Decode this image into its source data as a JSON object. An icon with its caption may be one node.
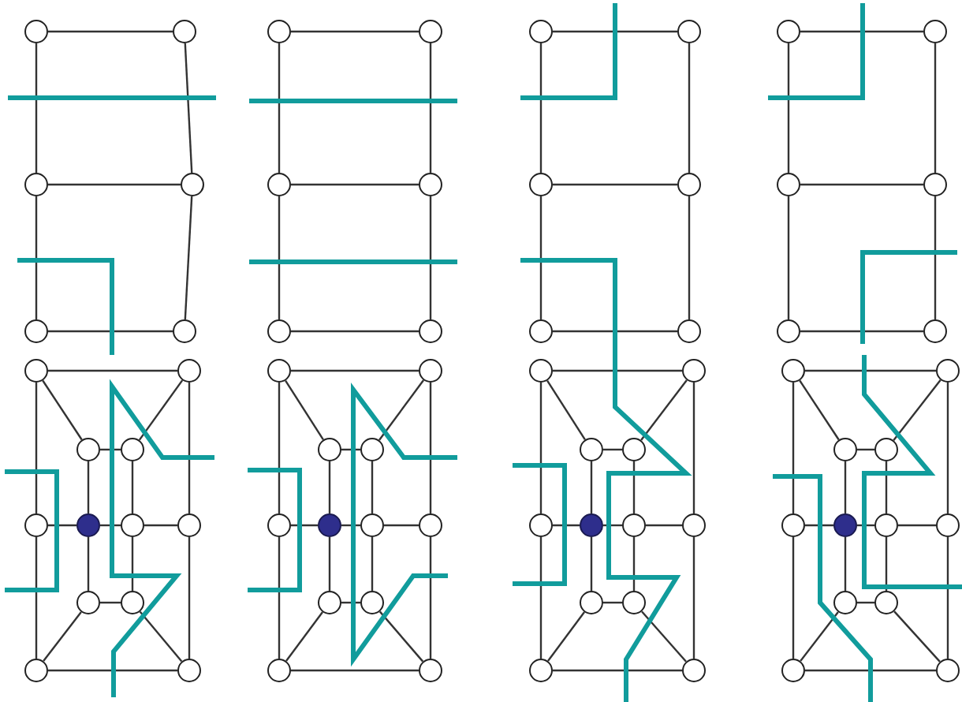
{
  "diagram": {
    "nodes": [
      {
        "text": [],
        "shape": "circle"
      },
      {
        "text": [],
        "shape": "circle"
      },
      {
        "text": [],
        "shape": "circle"
      },
      {
        "text": [],
        "shape": "circle"
      },
      {
        "text": [],
        "shape": "circle"
      },
      {
        "text": [],
        "shape": "circle"
      },
      {
        "text": [],
        "shape": "circle"
      },
      {
        "text": [],
        "shape": "circle"
      },
      {
        "text": [],
        "shape": "circle"
      },
      {
        "text": [],
        "shape": "circle"
      },
      {
        "text": [],
        "shape": "circle"
      },
      {
        "text": [],
        "shape": "circle"
      },
      {
        "text": [],
        "shape": "circle"
      },
      {
        "text": [],
        "shape": "circle"
      },
      {
        "text": [],
        "shape": "circle"
      },
      {
        "text": [],
        "shape": "circle"
      },
      {
        "text": [],
        "shape": "circle"
      },
      {
        "text": [],
        "shape": "circle"
      },
      {
        "text": [],
        "shape": "circle"
      },
      {
        "text": [],
        "shape": "circle"
      },
      {
        "text": [],
        "shape": "circle"
      },
      {
        "text": [],
        "shape": "circle"
      },
      {
        "text": [],
        "shape": "circle"
      },
      {
        "text": [],
        "shape": "circle"
      },
      {
        "text": [],
        "shape": "circle"
      },
      {
        "text": [],
        "shape": "circle"
      },
      {
        "text": [],
        "shape": "circle"
      },
      {
        "text": [],
        "shape": "circle"
      },
      {
        "text": [],
        "shape": "circle"
      },
      {
        "text": [],
        "shape": "dot"
      },
      {
        "text": [],
        "shape": "circle"
      },
      {
        "text": [],
        "shape": "circle"
      },
      {
        "text": [],
        "shape": "circle"
      },
      {
        "text": [],
        "shape": "circle"
      },
      {
        "text": [],
        "shape": "circle"
      },
      {
        "text": [],
        "shape": "circle"
      },
      {
        "text": [],
        "shape": "circle"
      },
      {
        "text": [],
        "shape": "circle"
      },
      {
        "text": [],
        "shape": "circle"
      },
      {
        "text": [],
        "shape": "circle"
      },
      {
        "text": [],
        "shape": "circle"
      },
      {
        "text": [],
        "shape": "dot"
      },
      {
        "text": [],
        "shape": "circle"
      },
      {
        "text": [],
        "shape": "circle"
      },
      {
        "text": [],
        "shape": "circle"
      },
      {
        "text": [],
        "shape": "circle"
      },
      {
        "text": [],
        "shape": "circle"
      },
      {
        "text": [],
        "shape": "circle"
      },
      {
        "text": [],
        "shape": "circle"
      },
      {
        "text": [],
        "shape": "circle"
      },
      {
        "text": [],
        "shape": "circle"
      },
      {
        "text": [],
        "shape": "circle"
      },
      {
        "text": [],
        "shape": "circle"
      },
      {
        "text": [],
        "shape": "dot"
      },
      {
        "text": [],
        "shape": "circle"
      },
      {
        "text": [],
        "shape": "circle"
      },
      {
        "text": [],
        "shape": "circle"
      },
      {
        "text": [],
        "shape": "circle"
      },
      {
        "text": [],
        "shape": "circle"
      },
      {
        "text": [],
        "shape": "circle"
      },
      {
        "text": [],
        "shape": "circle"
      },
      {
        "text": [],
        "shape": "circle"
      },
      {
        "text": [],
        "shape": "circle"
      },
      {
        "text": [],
        "shape": "circle"
      },
      {
        "text": [],
        "shape": "circle"
      },
      {
        "text": [],
        "shape": "dot"
      },
      {
        "text": [],
        "shape": "circle"
      },
      {
        "text": [],
        "shape": "circle"
      },
      {
        "text": [],
        "shape": "circle"
      },
      {
        "text": [],
        "shape": "circle"
      },
      {
        "text": [],
        "shape": "circle"
      },
      {
        "text": [],
        "shape": "circle"
      }
    ],
    "edges": [
      {
        "from": 0,
        "to": 1,
        "arrow": "none"
      },
      {
        "from": 0,
        "to": 2,
        "arrow": "none"
      },
      {
        "from": 1,
        "to": 3,
        "arrow": "none"
      },
      {
        "from": 2,
        "to": 3,
        "arrow": "none"
      },
      {
        "from": 2,
        "to": 4,
        "arrow": "none"
      },
      {
        "from": 3,
        "to": 5,
        "arrow": "none"
      },
      {
        "from": 4,
        "to": 5,
        "arrow": "none"
      },
      {
        "from": 6,
        "to": 7,
        "arrow": "none"
      },
      {
        "from": 6,
        "to": 8,
        "arrow": "none"
      },
      {
        "from": 7,
        "to": 9,
        "arrow": "none"
      },
      {
        "from": 8,
        "to": 9,
        "arrow": "none"
      },
      {
        "from": 8,
        "to": 10,
        "arrow": "none"
      },
      {
        "from": 9,
        "to": 11,
        "arrow": "none"
      },
      {
        "from": 10,
        "to": 11,
        "arrow": "none"
      },
      {
        "from": 12,
        "to": 13,
        "arrow": "none"
      },
      {
        "from": 12,
        "to": 14,
        "arrow": "none"
      },
      {
        "from": 13,
        "to": 15,
        "arrow": "none"
      },
      {
        "from": 14,
        "to": 15,
        "arrow": "none"
      },
      {
        "from": 14,
        "to": 16,
        "arrow": "none"
      },
      {
        "from": 15,
        "to": 17,
        "arrow": "none"
      },
      {
        "from": 16,
        "to": 17,
        "arrow": "none"
      },
      {
        "from": 18,
        "to": 19,
        "arrow": "none"
      },
      {
        "from": 18,
        "to": 20,
        "arrow": "none"
      },
      {
        "from": 19,
        "to": 21,
        "arrow": "none"
      },
      {
        "from": 20,
        "to": 21,
        "arrow": "none"
      },
      {
        "from": 20,
        "to": 22,
        "arrow": "none"
      },
      {
        "from": 21,
        "to": 23,
        "arrow": "none"
      },
      {
        "from": 22,
        "to": 23,
        "arrow": "none"
      },
      {
        "from": 24,
        "to": 25,
        "arrow": "none"
      },
      {
        "from": 24,
        "to": 28,
        "arrow": "none"
      },
      {
        "from": 28,
        "to": 34,
        "arrow": "none"
      },
      {
        "from": 34,
        "to": 35,
        "arrow": "none"
      },
      {
        "from": 25,
        "to": 31,
        "arrow": "none"
      },
      {
        "from": 31,
        "to": 35,
        "arrow": "none"
      },
      {
        "from": 24,
        "to": 26,
        "arrow": "none"
      },
      {
        "from": 25,
        "to": 27,
        "arrow": "none"
      },
      {
        "from": 34,
        "to": 32,
        "arrow": "none"
      },
      {
        "from": 35,
        "to": 33,
        "arrow": "none"
      },
      {
        "from": 26,
        "to": 27,
        "arrow": "none"
      },
      {
        "from": 32,
        "to": 33,
        "arrow": "none"
      },
      {
        "from": 26,
        "to": 29,
        "arrow": "none"
      },
      {
        "from": 29,
        "to": 32,
        "arrow": "none"
      },
      {
        "from": 27,
        "to": 30,
        "arrow": "none"
      },
      {
        "from": 30,
        "to": 33,
        "arrow": "none"
      },
      {
        "from": 28,
        "to": 29,
        "arrow": "none"
      },
      {
        "from": 29,
        "to": 30,
        "arrow": "none"
      },
      {
        "from": 30,
        "to": 31,
        "arrow": "none"
      },
      {
        "from": 36,
        "to": 37,
        "arrow": "none"
      },
      {
        "from": 36,
        "to": 40,
        "arrow": "none"
      },
      {
        "from": 40,
        "to": 46,
        "arrow": "none"
      },
      {
        "from": 46,
        "to": 47,
        "arrow": "none"
      },
      {
        "from": 37,
        "to": 43,
        "arrow": "none"
      },
      {
        "from": 43,
        "to": 47,
        "arrow": "none"
      },
      {
        "from": 36,
        "to": 38,
        "arrow": "none"
      },
      {
        "from": 37,
        "to": 39,
        "arrow": "none"
      },
      {
        "from": 46,
        "to": 44,
        "arrow": "none"
      },
      {
        "from": 47,
        "to": 45,
        "arrow": "none"
      },
      {
        "from": 38,
        "to": 39,
        "arrow": "none"
      },
      {
        "from": 44,
        "to": 45,
        "arrow": "none"
      },
      {
        "from": 38,
        "to": 41,
        "arrow": "none"
      },
      {
        "from": 41,
        "to": 44,
        "arrow": "none"
      },
      {
        "from": 39,
        "to": 42,
        "arrow": "none"
      },
      {
        "from": 42,
        "to": 45,
        "arrow": "none"
      },
      {
        "from": 40,
        "to": 41,
        "arrow": "none"
      },
      {
        "from": 41,
        "to": 42,
        "arrow": "none"
      },
      {
        "from": 42,
        "to": 43,
        "arrow": "none"
      },
      {
        "from": 48,
        "to": 49,
        "arrow": "none"
      },
      {
        "from": 48,
        "to": 52,
        "arrow": "none"
      },
      {
        "from": 52,
        "to": 58,
        "arrow": "none"
      },
      {
        "from": 58,
        "to": 59,
        "arrow": "none"
      },
      {
        "from": 49,
        "to": 55,
        "arrow": "none"
      },
      {
        "from": 55,
        "to": 59,
        "arrow": "none"
      },
      {
        "from": 48,
        "to": 50,
        "arrow": "none"
      },
      {
        "from": 49,
        "to": 51,
        "arrow": "none"
      },
      {
        "from": 58,
        "to": 56,
        "arrow": "none"
      },
      {
        "from": 59,
        "to": 57,
        "arrow": "none"
      },
      {
        "from": 50,
        "to": 51,
        "arrow": "none"
      },
      {
        "from": 56,
        "to": 57,
        "arrow": "none"
      },
      {
        "from": 50,
        "to": 53,
        "arrow": "none"
      },
      {
        "from": 53,
        "to": 56,
        "arrow": "none"
      },
      {
        "from": 51,
        "to": 54,
        "arrow": "none"
      },
      {
        "from": 54,
        "to": 57,
        "arrow": "none"
      },
      {
        "from": 52,
        "to": 53,
        "arrow": "none"
      },
      {
        "from": 53,
        "to": 54,
        "arrow": "none"
      },
      {
        "from": 54,
        "to": 55,
        "arrow": "none"
      },
      {
        "from": 60,
        "to": 61,
        "arrow": "none"
      },
      {
        "from": 60,
        "to": 64,
        "arrow": "none"
      },
      {
        "from": 64,
        "to": 70,
        "arrow": "none"
      },
      {
        "from": 70,
        "to": 71,
        "arrow": "none"
      },
      {
        "from": 61,
        "to": 67,
        "arrow": "none"
      },
      {
        "from": 67,
        "to": 71,
        "arrow": "none"
      },
      {
        "from": 60,
        "to": 62,
        "arrow": "none"
      },
      {
        "from": 61,
        "to": 63,
        "arrow": "none"
      },
      {
        "from": 70,
        "to": 68,
        "arrow": "none"
      },
      {
        "from": 71,
        "to": 69,
        "arrow": "none"
      },
      {
        "from": 62,
        "to": 63,
        "arrow": "none"
      },
      {
        "from": 68,
        "to": 69,
        "arrow": "none"
      },
      {
        "from": 62,
        "to": 65,
        "arrow": "none"
      },
      {
        "from": 65,
        "to": 68,
        "arrow": "none"
      },
      {
        "from": 63,
        "to": 66,
        "arrow": "none"
      },
      {
        "from": 66,
        "to": 69,
        "arrow": "none"
      },
      {
        "from": 64,
        "to": 65,
        "arrow": "none"
      },
      {
        "from": 65,
        "to": 66,
        "arrow": "none"
      },
      {
        "from": 66,
        "to": 67,
        "arrow": "none"
      }
    ]
  }
}
